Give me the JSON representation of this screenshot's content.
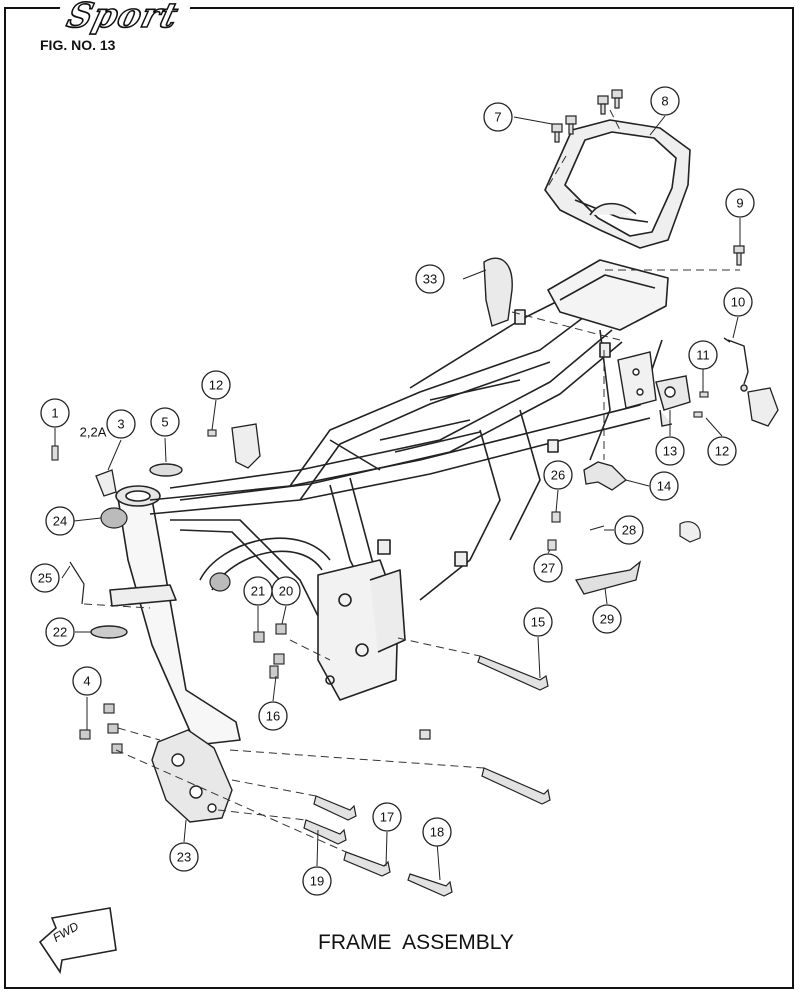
{
  "header": {
    "brand": "Sport",
    "fig_label": "FIG. NO. 13"
  },
  "footer": {
    "title": "FRAME ASSEMBLY",
    "fwd_label": "FWD"
  },
  "callouts": [
    {
      "label": "1"
    },
    {
      "label": "2,2A"
    },
    {
      "label": "3"
    },
    {
      "label": "4"
    },
    {
      "label": "5"
    },
    {
      "label": "7"
    },
    {
      "label": "8"
    },
    {
      "label": "9"
    },
    {
      "label": "10"
    },
    {
      "label": "11"
    },
    {
      "label": "12"
    },
    {
      "label": "12"
    },
    {
      "label": "13"
    },
    {
      "label": "14"
    },
    {
      "label": "15"
    },
    {
      "label": "16"
    },
    {
      "label": "17"
    },
    {
      "label": "18"
    },
    {
      "label": "19"
    },
    {
      "label": "20"
    },
    {
      "label": "21"
    },
    {
      "label": "22"
    },
    {
      "label": "23"
    },
    {
      "label": "24"
    },
    {
      "label": "25"
    },
    {
      "label": "26"
    },
    {
      "label": "27"
    },
    {
      "label": "28"
    },
    {
      "label": "29"
    },
    {
      "label": "33"
    }
  ]
}
